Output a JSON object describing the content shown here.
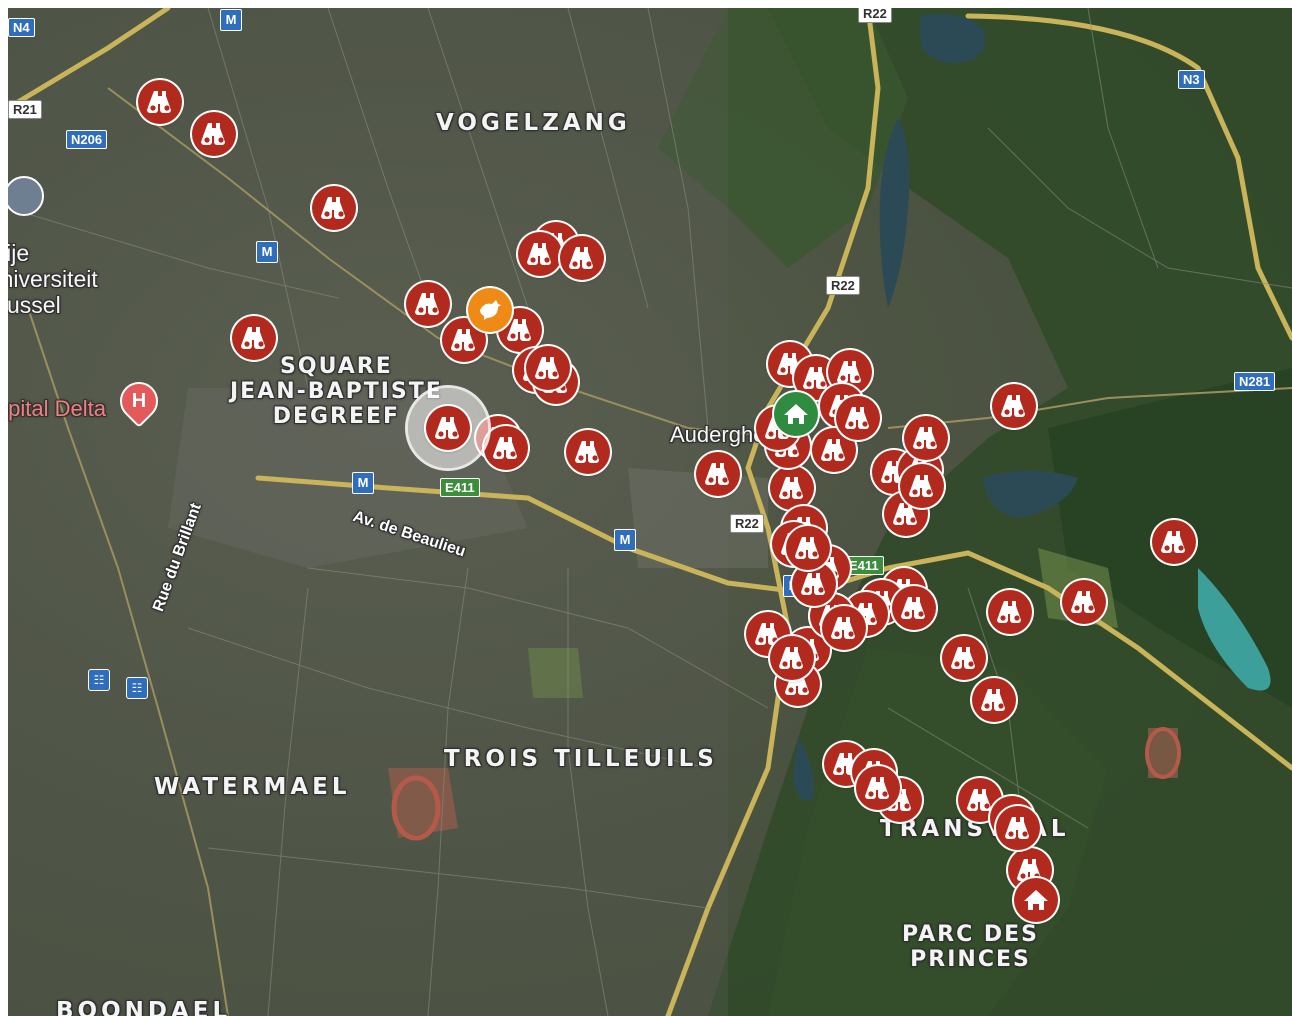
{
  "map": {
    "area_labels": [
      {
        "text": "VOGELZANG",
        "pos": "north-center"
      },
      {
        "text": "SQUARE\nJEAN-BAPTISTE\nDEGREEF",
        "pos": "west-center"
      },
      {
        "text": "TROIS TILLEUILS",
        "pos": "south-center"
      },
      {
        "text": "WATERMAEL",
        "pos": "south-west"
      },
      {
        "text": "TRANSVAAL",
        "pos": "south-east"
      },
      {
        "text": "PARC DES\nPRINCES",
        "pos": "south-east"
      },
      {
        "text": "BOONDAEL",
        "pos": "bottom-left"
      }
    ],
    "place_labels": [
      {
        "text": "Auderghem"
      },
      {
        "text": "Vrije Universiteit Brussel"
      },
      {
        "text": "Hôpital Delta"
      }
    ],
    "street_labels": [
      {
        "text": "Av. de Beaulieu"
      },
      {
        "text": "Rue du Brillant"
      }
    ],
    "road_shields": [
      "N4",
      "R21",
      "N206",
      "R22",
      "R22",
      "R22",
      "N3",
      "N281",
      "E411",
      "E411"
    ],
    "metro_symbol": "M",
    "markers": {
      "viewpoint_icon": "binoculars-icon",
      "home_icon": "home-icon",
      "bird_icon": "bird-icon",
      "viewpoint_color": "#b22a1e",
      "home_color": "#2e8b40",
      "bird_color": "#ef8a17",
      "viewpoint_count": 62
    }
  }
}
